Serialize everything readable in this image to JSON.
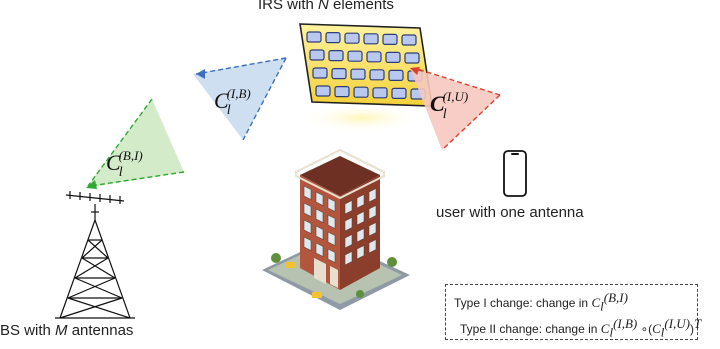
{
  "irs": {
    "prefix": "IRS with ",
    "var": "N",
    "suffix": " elements"
  },
  "user": {
    "label": "user with one antenna"
  },
  "bs": {
    "prefix": "BS with ",
    "var": "M",
    "suffix": " antennas"
  },
  "channels": {
    "bi": {
      "base": "C",
      "sub": "l",
      "sup": "(B,I)",
      "color": "#2ea82e",
      "fill": "#cfe9c4"
    },
    "ib": {
      "base": "C",
      "sub": "l",
      "sup": "(I,B)",
      "color": "#3b6fb8",
      "fill": "#c9dcf0"
    },
    "iu": {
      "base": "C",
      "sub": "l",
      "sup": "(I,U)",
      "color": "#e0402a",
      "fill": "#f6c8bf"
    }
  },
  "legend": {
    "type1_prefix": "Type I change: change in ",
    "type1_C": "C",
    "type1_sub": "l",
    "type1_sup": "(B,I)",
    "type2_prefix": "Type II change: change in ",
    "type2_C1": "C",
    "type2_sub1": "l",
    "type2_sup1": "(I,B)",
    "type2_op": " ∘(",
    "type2_C2": "C",
    "type2_sub2": "l",
    "type2_sup2": "(I,U)",
    "type2_close": ")",
    "type2_T": "T"
  }
}
